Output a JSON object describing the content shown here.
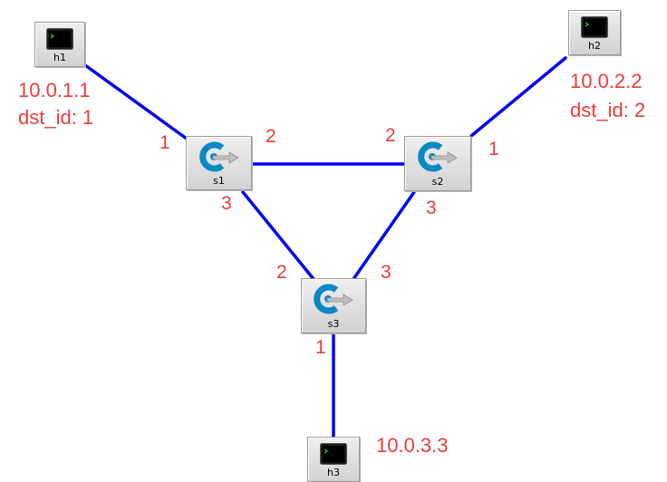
{
  "colors": {
    "link": "#0000ee",
    "annotation": "#ee3b3b",
    "node_face": "#e0e0e0"
  },
  "nodes": {
    "h1": {
      "label": "h1",
      "icon": "terminal-icon"
    },
    "h2": {
      "label": "h2",
      "icon": "terminal-icon"
    },
    "h3": {
      "label": "h3",
      "icon": "terminal-icon"
    },
    "s1": {
      "label": "s1",
      "icon": "openflow-switch-icon"
    },
    "s2": {
      "label": "s2",
      "icon": "openflow-switch-icon"
    },
    "s3": {
      "label": "s3",
      "icon": "openflow-switch-icon"
    }
  },
  "annotations": {
    "h1_ip": "10.0.1.1",
    "h1_dst": "dst_id: 1",
    "h2_ip": "10.0.2.2",
    "h2_dst": "dst_id: 2",
    "h3_ip": "10.0.3.3"
  },
  "ports": {
    "s1_h1": "1",
    "s1_s2": "2",
    "s1_s3": "3",
    "s2_h2": "1",
    "s2_s1": "2",
    "s2_s3": "3",
    "s3_h3": "1",
    "s3_s1": "2",
    "s3_s2": "3"
  }
}
